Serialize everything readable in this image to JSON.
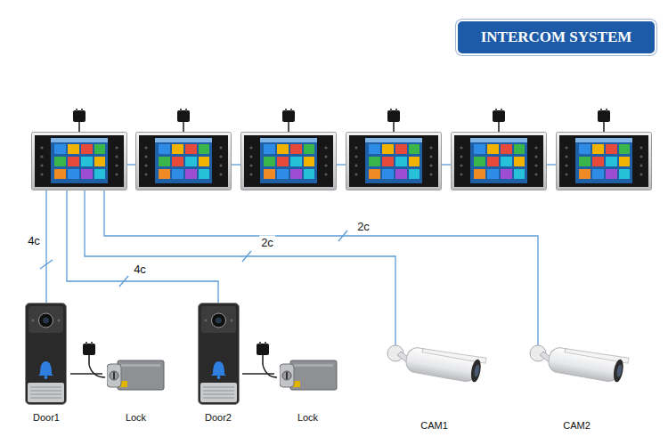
{
  "diagram": {
    "title": "INTERCOM SYSTEM",
    "nodes": [
      {
        "text": [
          "Door1"
        ]
      },
      {
        "text": [
          "Lock"
        ]
      },
      {
        "text": [
          "Door2"
        ]
      },
      {
        "text": [
          "Lock"
        ]
      },
      {
        "text": [
          "CAM1"
        ]
      },
      {
        "text": [
          "CAM2"
        ]
      }
    ],
    "edges": [
      {
        "from": 0,
        "to": 1,
        "arrow": "none"
      },
      {
        "from": 2,
        "to": 3,
        "arrow": "none"
      }
    ],
    "labels": [
      "2c",
      "4c",
      "2c",
      "4c"
    ]
  }
}
